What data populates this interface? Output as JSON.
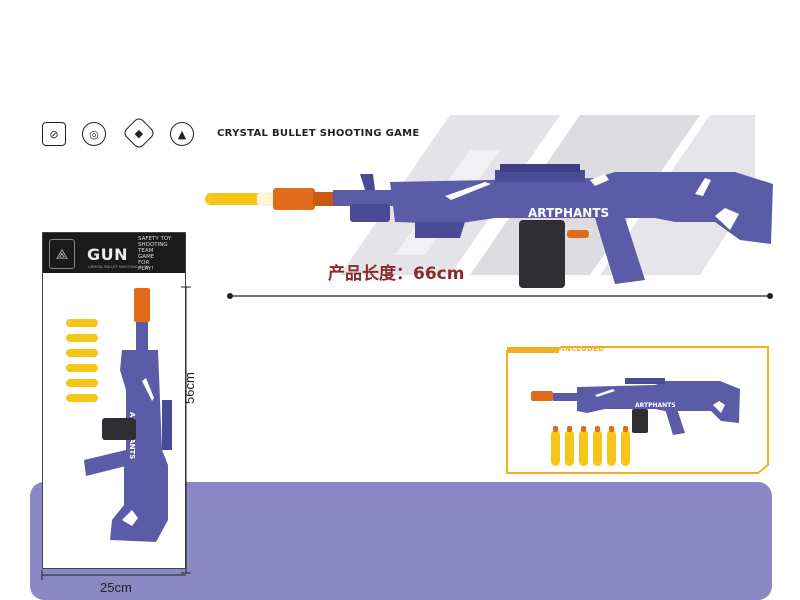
{
  "header": {
    "title": "CRYSTAL BULLET SHOOTING GAME",
    "feature_icons": [
      "age-icon",
      "target-icon",
      "safety-icon",
      "warning-icon"
    ]
  },
  "product": {
    "brand": "ARTPHANTS",
    "length_label": "产品长度：66cm"
  },
  "package": {
    "title": "GUN",
    "lines": [
      "SAFETY TOY",
      "SHOOTING",
      "TEAM",
      "GAME",
      "FOR",
      "PLAY!"
    ],
    "subtitle": "CRYSTAL BULLET SHOOTING GAME",
    "brand": "ARTPHANTS",
    "height_label": "56cm",
    "width_label": "25cm"
  },
  "included": {
    "label": "INCLUDED"
  },
  "colors": {
    "gun_body": "#5b5ca8",
    "gun_dark": "#3d3e86",
    "barrel_orange": "#e06b1a",
    "dart_yellow": "#f5c51a",
    "magazine": "#2f2f33",
    "band": "#8b88c4",
    "accent_gold": "#f0b020"
  }
}
